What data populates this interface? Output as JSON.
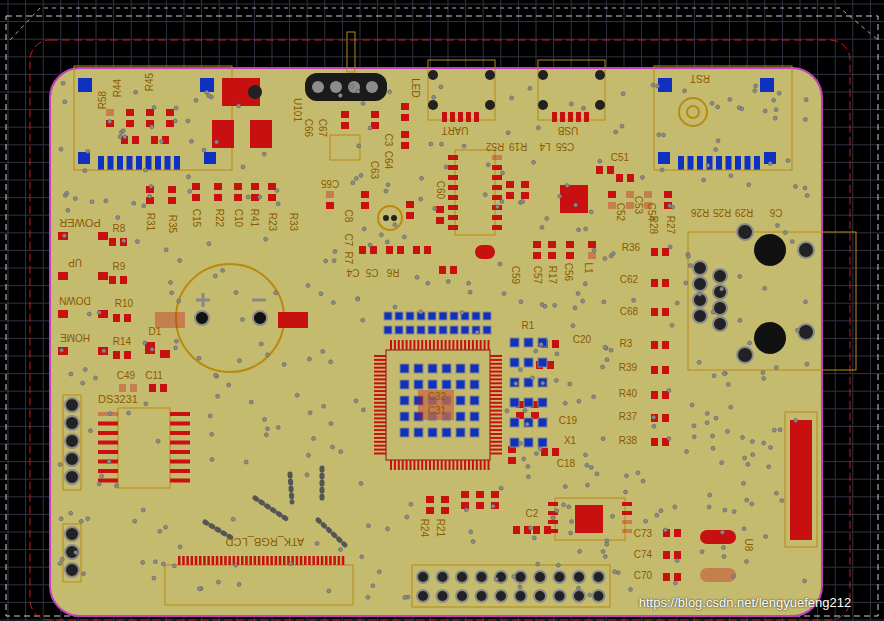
{
  "diagram": {
    "labels": [
      "R58",
      "R44",
      "R45",
      "POWER",
      "UP",
      "DOWN",
      "HOME",
      "R8",
      "R9",
      "R10",
      "R14",
      "D1",
      "C49",
      "C11",
      "DS3231",
      "R31",
      "R35",
      "C15",
      "R22",
      "C10",
      "R41",
      "R23",
      "R33",
      "U101",
      "C67",
      "C66",
      "C65",
      "C64",
      "C63",
      "LED",
      "UART",
      "USB",
      "RST",
      "R52",
      "R19",
      "L4",
      "C55",
      "C51",
      "C53",
      "C54",
      "C52",
      "R28",
      "R27",
      "R26",
      "R25",
      "R29",
      "C6",
      "R36",
      "C62",
      "C68",
      "R3",
      "R39",
      "R40",
      "R37",
      "R38",
      "C56",
      "L1",
      "R17",
      "C57",
      "C59",
      "C60",
      "C7",
      "C8",
      "R7",
      "C4",
      "C5",
      "R6",
      "C3",
      "C32",
      "C31",
      "C19",
      "X1",
      "C18",
      "C20",
      "R1",
      "C2",
      "R24",
      "R21",
      "ATK_RGB_LCD",
      "C73",
      "C74",
      "C70",
      "U8",
      "https://blog.csdn.net/lengyuefeng212"
    ]
  }
}
